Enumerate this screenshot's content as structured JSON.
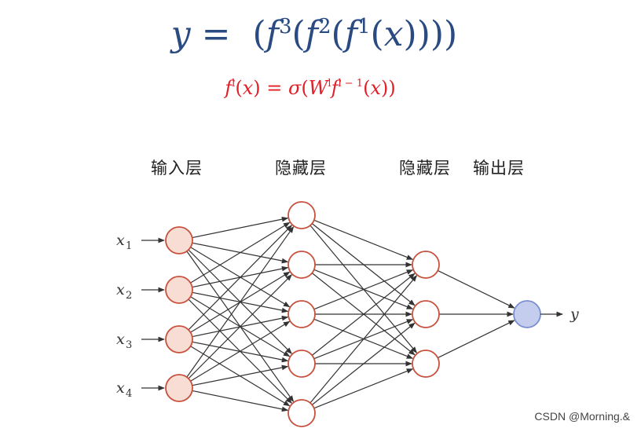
{
  "formula": {
    "main": {
      "y": "y",
      "eq": "=",
      "f": "f",
      "x": "x",
      "sup3": "3",
      "sup2": "2",
      "sup1": "1"
    },
    "sub": {
      "f": "f",
      "sup_l": "l",
      "x": "x",
      "eq": "=",
      "sigma": "σ",
      "W": "W",
      "sup_l_minus_1": "l − 1"
    }
  },
  "layers": {
    "input_label": "输入层",
    "hidden1_label": "隐藏层",
    "hidden2_label": "隐藏层",
    "output_label": "输出层"
  },
  "inputs": [
    {
      "name": "x",
      "sub": "1"
    },
    {
      "name": "x",
      "sub": "2"
    },
    {
      "name": "x",
      "sub": "3"
    },
    {
      "name": "x",
      "sub": "4"
    }
  ],
  "output": {
    "name": "y"
  },
  "network": {
    "layer_sizes": [
      4,
      5,
      3,
      1
    ],
    "fully_connected": true
  },
  "colors": {
    "formula_main": "#2a4a82",
    "formula_sub": "#e0202a",
    "node_stroke": "#c8503c",
    "input_fill": "#f8ddd4",
    "hidden_fill": "#ffffff",
    "output_fill": "#c4cdee",
    "output_stroke": "#7a8fcf",
    "edge": "#333333"
  },
  "watermark": "CSDN @Morning.&"
}
